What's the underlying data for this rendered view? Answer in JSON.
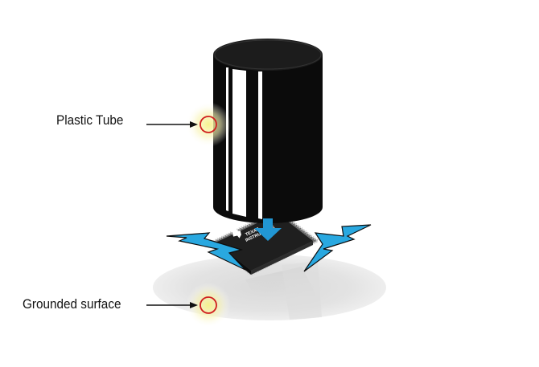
{
  "labels": {
    "plastic_tube": "Plastic Tube",
    "grounded_surface": "Grounded surface"
  },
  "chip": {
    "brand_line1": "TEXAS",
    "brand_line2": "INSTRUMENTS"
  },
  "icons": {
    "tube": "plastic-tube-cylinder",
    "chip": "ic-chip",
    "arrow": "down-arrow",
    "sparks": "lightning-bolt",
    "markers": "callout-circle"
  },
  "colors": {
    "tube_body": "#0b0b0b",
    "tube_top": "#1c1c1c",
    "highlight": "#ffffff",
    "spark_fill": "#29a8e0",
    "arrow_fill": "#2196d3",
    "marker_stroke": "#d01f1f",
    "marker_glow": "#f3ef8a",
    "chip_body": "#1f1f1f",
    "ground_shadow": "#e2e2e2",
    "text": "#111111"
  }
}
